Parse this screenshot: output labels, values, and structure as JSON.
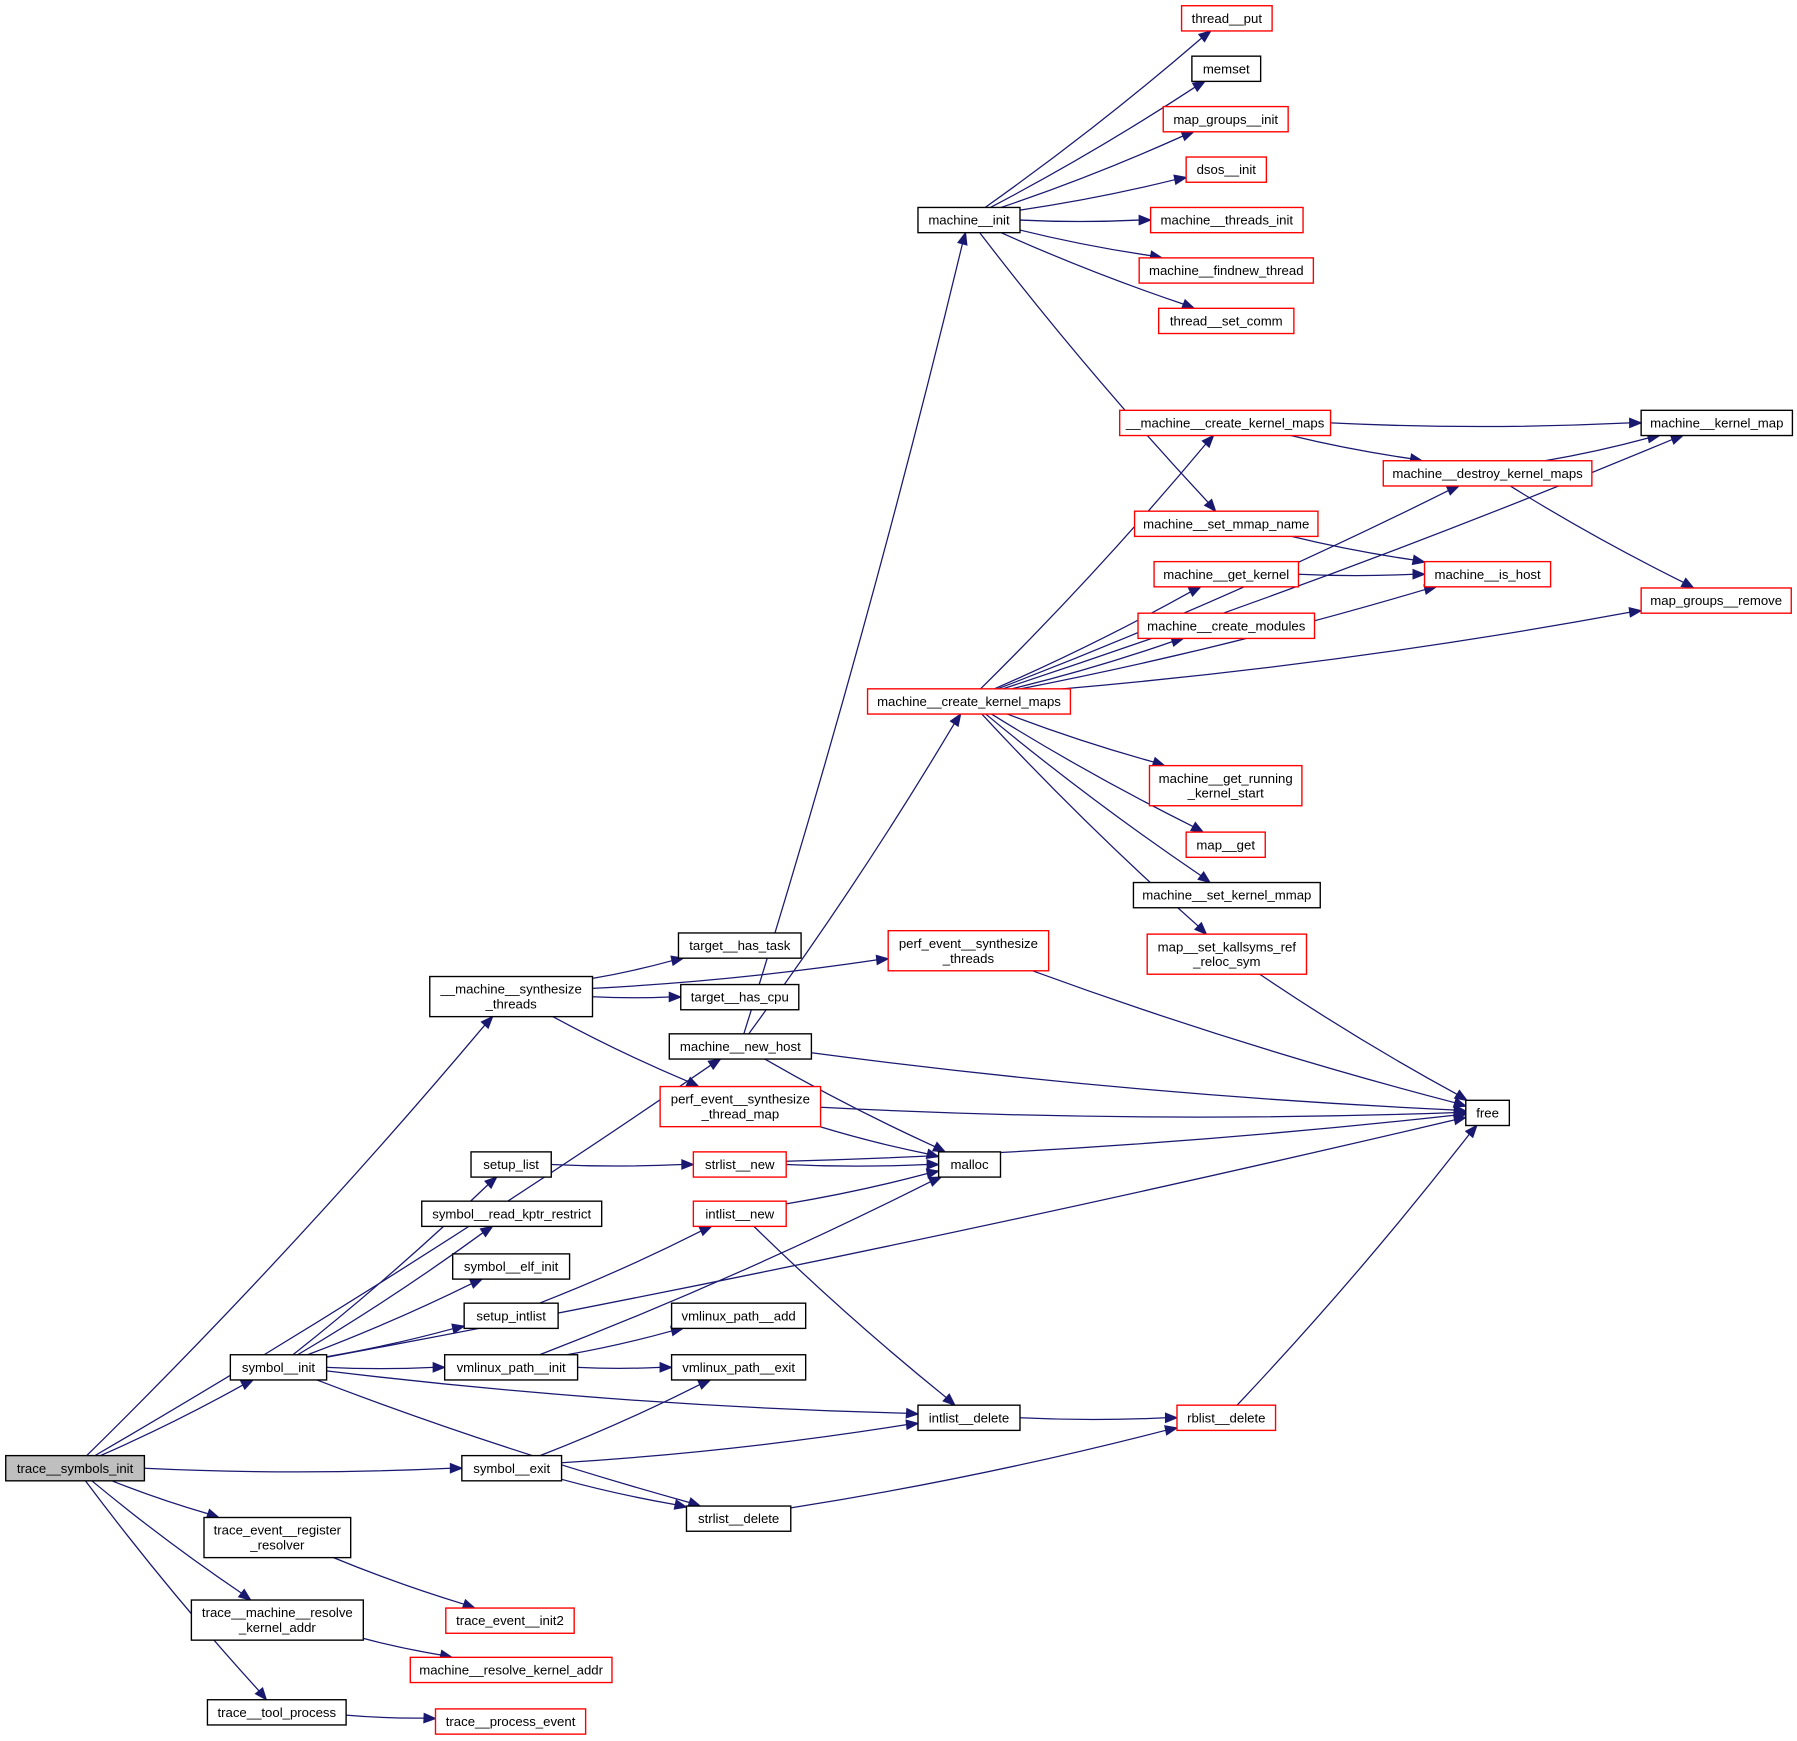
{
  "title": "trace__symbols_init call graph",
  "colors": {
    "edge": "#191970",
    "node_border_black": "#000000",
    "node_border_red": "#ff0000",
    "root_fill": "#bfbfbf"
  },
  "nodes": [
    {
      "id": "trace__symbols_init",
      "lines": [
        "trace__symbols_init"
      ],
      "border": "black",
      "root": true
    },
    {
      "id": "__machine__synthesize_threads",
      "lines": [
        "__machine__synthesize",
        "_threads"
      ],
      "border": "black"
    },
    {
      "id": "machine__new_host",
      "lines": [
        "machine__new_host"
      ],
      "border": "black"
    },
    {
      "id": "symbol__init",
      "lines": [
        "symbol__init"
      ],
      "border": "black"
    },
    {
      "id": "symbol__exit",
      "lines": [
        "symbol__exit"
      ],
      "border": "black"
    },
    {
      "id": "trace_event__register_resolver",
      "lines": [
        "trace_event__register",
        "_resolver"
      ],
      "border": "black"
    },
    {
      "id": "trace__machine__resolve_kernel_addr",
      "lines": [
        "trace__machine__resolve",
        "_kernel_addr"
      ],
      "border": "black"
    },
    {
      "id": "trace__tool_process",
      "lines": [
        "trace__tool_process"
      ],
      "border": "black"
    },
    {
      "id": "target__has_task",
      "lines": [
        "target__has_task"
      ],
      "border": "black"
    },
    {
      "id": "target__has_cpu",
      "lines": [
        "target__has_cpu"
      ],
      "border": "black"
    },
    {
      "id": "perf_event__synthesize_thread_map",
      "lines": [
        "perf_event__synthesize",
        "_thread_map"
      ],
      "border": "red"
    },
    {
      "id": "perf_event__synthesize_threads",
      "lines": [
        "perf_event__synthesize",
        "_threads"
      ],
      "border": "red"
    },
    {
      "id": "setup_list",
      "lines": [
        "setup_list"
      ],
      "border": "black"
    },
    {
      "id": "symbol__read_kptr_restrict",
      "lines": [
        "symbol__read_kptr_restrict"
      ],
      "border": "black"
    },
    {
      "id": "symbol__elf_init",
      "lines": [
        "symbol__elf_init"
      ],
      "border": "black"
    },
    {
      "id": "setup_intlist",
      "lines": [
        "setup_intlist"
      ],
      "border": "black"
    },
    {
      "id": "vmlinux_path__init",
      "lines": [
        "vmlinux_path__init"
      ],
      "border": "black"
    },
    {
      "id": "vmlinux_path__add",
      "lines": [
        "vmlinux_path__add"
      ],
      "border": "black"
    },
    {
      "id": "vmlinux_path__exit",
      "lines": [
        "vmlinux_path__exit"
      ],
      "border": "black"
    },
    {
      "id": "strlist__new",
      "lines": [
        "strlist__new"
      ],
      "border": "red"
    },
    {
      "id": "intlist__new",
      "lines": [
        "intlist__new"
      ],
      "border": "red"
    },
    {
      "id": "malloc",
      "lines": [
        "malloc"
      ],
      "border": "black"
    },
    {
      "id": "intlist__delete",
      "lines": [
        "intlist__delete"
      ],
      "border": "black"
    },
    {
      "id": "strlist__delete",
      "lines": [
        "strlist__delete"
      ],
      "border": "black"
    },
    {
      "id": "rblist__delete",
      "lines": [
        "rblist__delete"
      ],
      "border": "red"
    },
    {
      "id": "free",
      "lines": [
        "free"
      ],
      "border": "black"
    },
    {
      "id": "trace_event__init2",
      "lines": [
        "trace_event__init2"
      ],
      "border": "red"
    },
    {
      "id": "machine__resolve_kernel_addr",
      "lines": [
        "machine__resolve_kernel_addr"
      ],
      "border": "red"
    },
    {
      "id": "trace__process_event",
      "lines": [
        "trace__process_event"
      ],
      "border": "red"
    },
    {
      "id": "machine__init",
      "lines": [
        "machine__init"
      ],
      "border": "black"
    },
    {
      "id": "thread__put",
      "lines": [
        "thread__put"
      ],
      "border": "red"
    },
    {
      "id": "memset",
      "lines": [
        "memset"
      ],
      "border": "black"
    },
    {
      "id": "map_groups__init",
      "lines": [
        "map_groups__init"
      ],
      "border": "red"
    },
    {
      "id": "dsos__init",
      "lines": [
        "dsos__init"
      ],
      "border": "red"
    },
    {
      "id": "machine__threads_init",
      "lines": [
        "machine__threads_init"
      ],
      "border": "red"
    },
    {
      "id": "machine__findnew_thread",
      "lines": [
        "machine__findnew_thread"
      ],
      "border": "red"
    },
    {
      "id": "thread__set_comm",
      "lines": [
        "thread__set_comm"
      ],
      "border": "red"
    },
    {
      "id": "machine__create_kernel_maps",
      "lines": [
        "machine__create_kernel_maps"
      ],
      "border": "red"
    },
    {
      "id": "__machine__create_kernel_maps",
      "lines": [
        "__machine__create_kernel_maps"
      ],
      "border": "red"
    },
    {
      "id": "machine__kernel_map",
      "lines": [
        "machine__kernel_map"
      ],
      "border": "black"
    },
    {
      "id": "machine__destroy_kernel_maps",
      "lines": [
        "machine__destroy_kernel_maps"
      ],
      "border": "red"
    },
    {
      "id": "machine__set_mmap_name",
      "lines": [
        "machine__set_mmap_name"
      ],
      "border": "red"
    },
    {
      "id": "machine__get_kernel",
      "lines": [
        "machine__get_kernel"
      ],
      "border": "red"
    },
    {
      "id": "machine__is_host",
      "lines": [
        "machine__is_host"
      ],
      "border": "red"
    },
    {
      "id": "machine__create_modules",
      "lines": [
        "machine__create_modules"
      ],
      "border": "red"
    },
    {
      "id": "map_groups__remove",
      "lines": [
        "map_groups__remove"
      ],
      "border": "red"
    },
    {
      "id": "machine__get_running_kernel_start",
      "lines": [
        "machine__get_running",
        "_kernel_start"
      ],
      "border": "red"
    },
    {
      "id": "map__get",
      "lines": [
        "map__get"
      ],
      "border": "red"
    },
    {
      "id": "machine__set_kernel_mmap",
      "lines": [
        "machine__set_kernel_mmap"
      ],
      "border": "black"
    },
    {
      "id": "map__set_kallsyms_ref_reloc_sym",
      "lines": [
        "map__set_kallsyms_ref",
        "_reloc_sym"
      ],
      "border": "red"
    }
  ],
  "edges": [
    [
      "trace__symbols_init",
      "__machine__synthesize_threads"
    ],
    [
      "trace__symbols_init",
      "machine__new_host"
    ],
    [
      "trace__symbols_init",
      "symbol__init"
    ],
    [
      "trace__symbols_init",
      "symbol__exit"
    ],
    [
      "trace__symbols_init",
      "trace_event__register_resolver"
    ],
    [
      "trace__symbols_init",
      "trace__machine__resolve_kernel_addr"
    ],
    [
      "trace__symbols_init",
      "trace__tool_process"
    ],
    [
      "__machine__synthesize_threads",
      "perf_event__synthesize_threads"
    ],
    [
      "__machine__synthesize_threads",
      "target__has_task"
    ],
    [
      "__machine__synthesize_threads",
      "target__has_cpu"
    ],
    [
      "__machine__synthesize_threads",
      "perf_event__synthesize_thread_map"
    ],
    [
      "machine__new_host",
      "machine__init"
    ],
    [
      "machine__new_host",
      "machine__create_kernel_maps"
    ],
    [
      "machine__new_host",
      "free"
    ],
    [
      "machine__new_host",
      "malloc"
    ],
    [
      "perf_event__synthesize_thread_map",
      "free"
    ],
    [
      "perf_event__synthesize_thread_map",
      "malloc"
    ],
    [
      "perf_event__synthesize_threads",
      "free"
    ],
    [
      "symbol__init",
      "setup_list"
    ],
    [
      "symbol__init",
      "symbol__read_kptr_restrict"
    ],
    [
      "symbol__init",
      "symbol__elf_init"
    ],
    [
      "symbol__init",
      "setup_intlist"
    ],
    [
      "symbol__init",
      "vmlinux_path__init"
    ],
    [
      "symbol__init",
      "intlist__delete"
    ],
    [
      "symbol__init",
      "strlist__delete"
    ],
    [
      "symbol__init",
      "free"
    ],
    [
      "setup_list",
      "strlist__new"
    ],
    [
      "setup_intlist",
      "intlist__new"
    ],
    [
      "strlist__new",
      "malloc"
    ],
    [
      "strlist__new",
      "free"
    ],
    [
      "intlist__new",
      "malloc"
    ],
    [
      "intlist__new",
      "intlist__delete"
    ],
    [
      "vmlinux_path__init",
      "malloc"
    ],
    [
      "vmlinux_path__init",
      "vmlinux_path__add"
    ],
    [
      "vmlinux_path__init",
      "vmlinux_path__exit"
    ],
    [
      "symbol__exit",
      "vmlinux_path__exit"
    ],
    [
      "symbol__exit",
      "intlist__delete"
    ],
    [
      "symbol__exit",
      "strlist__delete"
    ],
    [
      "intlist__delete",
      "rblist__delete"
    ],
    [
      "strlist__delete",
      "rblist__delete"
    ],
    [
      "rblist__delete",
      "free"
    ],
    [
      "trace_event__register_resolver",
      "trace_event__init2"
    ],
    [
      "trace__machine__resolve_kernel_addr",
      "machine__resolve_kernel_addr"
    ],
    [
      "trace__tool_process",
      "trace__process_event"
    ],
    [
      "machine__init",
      "thread__put"
    ],
    [
      "machine__init",
      "memset"
    ],
    [
      "machine__init",
      "map_groups__init"
    ],
    [
      "machine__init",
      "dsos__init"
    ],
    [
      "machine__init",
      "machine__threads_init"
    ],
    [
      "machine__init",
      "machine__findnew_thread"
    ],
    [
      "machine__init",
      "thread__set_comm"
    ],
    [
      "machine__init",
      "machine__set_mmap_name"
    ],
    [
      "machine__create_kernel_maps",
      "machine__kernel_map"
    ],
    [
      "machine__create_kernel_maps",
      "__machine__create_kernel_maps"
    ],
    [
      "machine__create_kernel_maps",
      "machine__destroy_kernel_maps"
    ],
    [
      "machine__create_kernel_maps",
      "machine__get_kernel"
    ],
    [
      "machine__create_kernel_maps",
      "machine__create_modules"
    ],
    [
      "machine__create_kernel_maps",
      "machine__is_host"
    ],
    [
      "machine__create_kernel_maps",
      "map_groups__remove"
    ],
    [
      "machine__create_kernel_maps",
      "machine__get_running_kernel_start"
    ],
    [
      "machine__create_kernel_maps",
      "map__get"
    ],
    [
      "machine__create_kernel_maps",
      "machine__set_kernel_mmap"
    ],
    [
      "machine__create_kernel_maps",
      "map__set_kallsyms_ref_reloc_sym"
    ],
    [
      "__machine__create_kernel_maps",
      "machine__kernel_map"
    ],
    [
      "__machine__create_kernel_maps",
      "machine__destroy_kernel_maps"
    ],
    [
      "machine__destroy_kernel_maps",
      "machine__kernel_map"
    ],
    [
      "machine__destroy_kernel_maps",
      "map_groups__remove"
    ],
    [
      "machine__set_mmap_name",
      "machine__is_host"
    ],
    [
      "machine__get_kernel",
      "machine__is_host"
    ],
    [
      "map__set_kallsyms_ref_reloc_sym",
      "free"
    ]
  ]
}
